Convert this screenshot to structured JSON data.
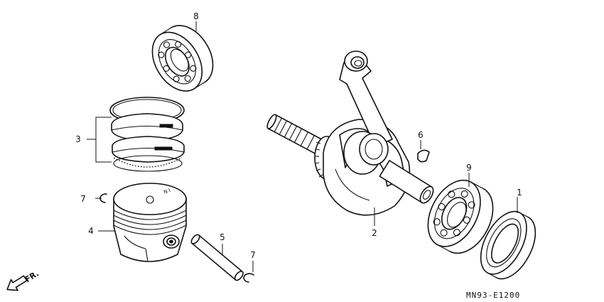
{
  "callouts": {
    "c1": "1",
    "c2": "2",
    "c3": "3",
    "c4": "4",
    "c5": "5",
    "c6": "6",
    "c7a": "7",
    "c7b": "7",
    "c8": "8",
    "c9": "9"
  },
  "direction_label": "FR.",
  "piston_mark": "N I",
  "diagram_code": "MN93-E1200",
  "colors": {
    "line": "#111111",
    "background": "#ffffff"
  },
  "icons": {
    "front_direction": "arrow-down-left-icon"
  }
}
